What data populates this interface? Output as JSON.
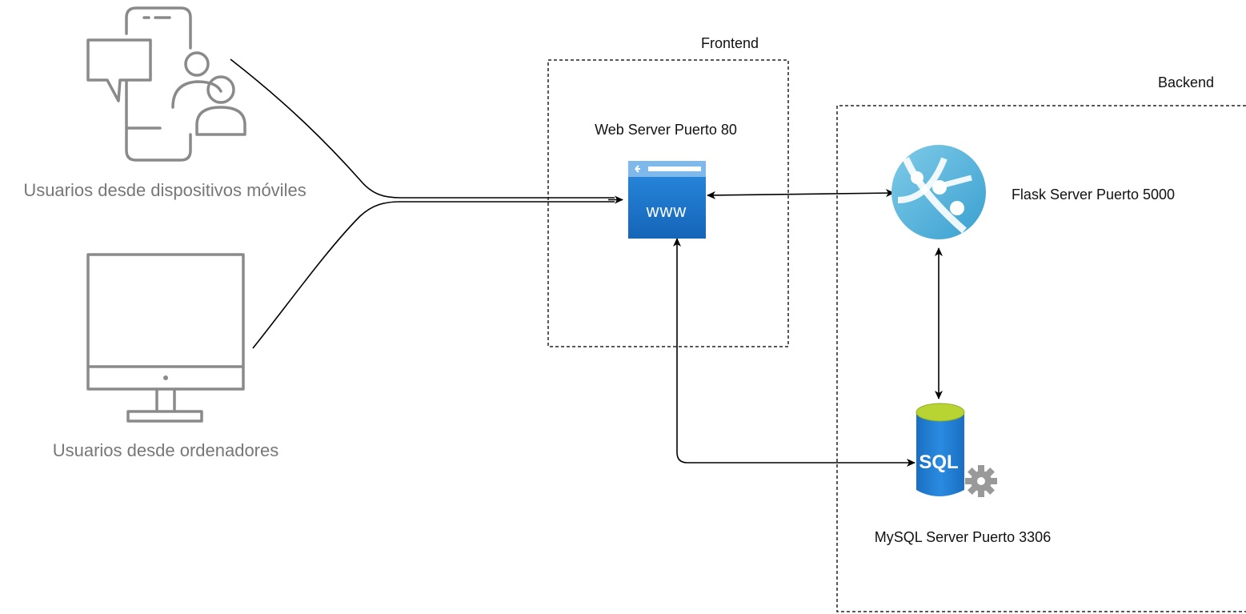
{
  "groups": {
    "frontend": {
      "label": "Frontend"
    },
    "backend": {
      "label": "Backend"
    }
  },
  "nodes": {
    "mobile_users": {
      "label": "Usuarios desde dispositivos móviles",
      "icon": "mobile-users-icon"
    },
    "desktop_users": {
      "label": "Usuarios desde ordenadores",
      "icon": "desktop-monitor-icon"
    },
    "web_server": {
      "label": "Web Server Puerto 80",
      "icon": "www-browser-icon",
      "icon_text": "www"
    },
    "flask_server": {
      "label": "Flask Server Puerto 5000",
      "icon": "app-service-globe-icon"
    },
    "mysql_server": {
      "label": "MySQL Server Puerto 3306",
      "icon": "sql-database-icon",
      "icon_text": "SQL"
    }
  },
  "edges": [
    {
      "from": "mobile_users",
      "to": "web_server",
      "direction": "forward"
    },
    {
      "from": "desktop_users",
      "to": "web_server",
      "direction": "forward"
    },
    {
      "from": "web_server",
      "to": "flask_server",
      "direction": "both"
    },
    {
      "from": "flask_server",
      "to": "mysql_server",
      "direction": "both"
    },
    {
      "from": "web_server",
      "to": "mysql_server",
      "direction": "both"
    }
  ],
  "colors": {
    "icon_gray": "#8a8a8a",
    "azure_blue": "#1e7fd4",
    "azure_light": "#59b4d9",
    "sql_green": "#b8d432",
    "gear_gray": "#999999",
    "line": "#000000"
  }
}
